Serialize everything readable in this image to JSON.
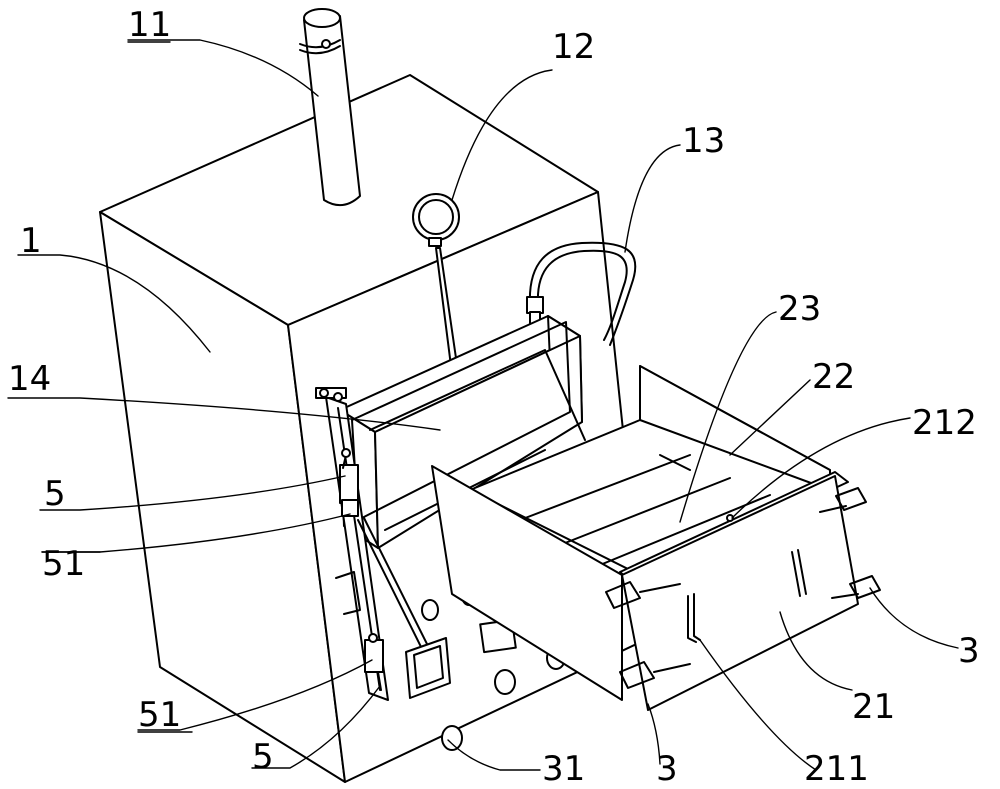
{
  "labels": {
    "l11": "11",
    "l12": "12",
    "l13": "13",
    "l1": "1",
    "l23": "23",
    "l22": "22",
    "l212": "212",
    "l14": "14",
    "l5a": "5",
    "l51a": "51",
    "l3a": "3",
    "l51b": "51",
    "l21": "21",
    "l5b": "5",
    "l31": "31",
    "l3b": "3",
    "l211": "211"
  }
}
